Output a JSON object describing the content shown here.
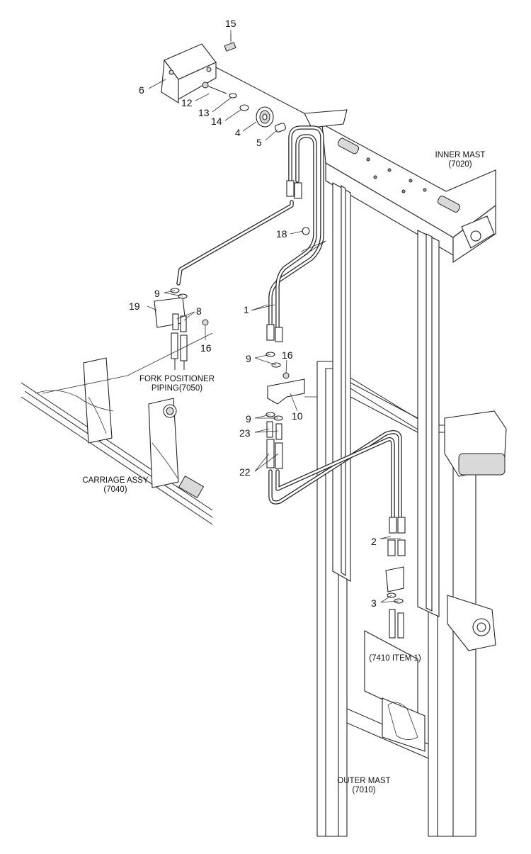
{
  "diagram": {
    "part_numbers": {
      "p15": "15",
      "p6": "6",
      "p12": "12",
      "p13": "13",
      "p14": "14",
      "p4": "4",
      "p5": "5",
      "p18": "18",
      "p1": "1",
      "p9a": "9",
      "p19": "19",
      "p8": "8",
      "p16a": "16",
      "p9b": "9",
      "p16b": "16",
      "p10": "10",
      "p9c": "9",
      "p23": "23",
      "p22": "22",
      "p2": "2",
      "p3": "3"
    },
    "assembly_labels": {
      "inner_mast_1": "INNER MAST",
      "inner_mast_2": "(7020)",
      "fork_positioner_1": "FORK POSITIONER",
      "fork_positioner_2": "PIPING(7050)",
      "carriage_1": "CARRIAGE ASSY",
      "carriage_2": "(7040)",
      "item_ref": "(7410 ITEM 1)",
      "outer_mast_1": "OUTER MAST",
      "outer_mast_2": "(7010)"
    }
  }
}
